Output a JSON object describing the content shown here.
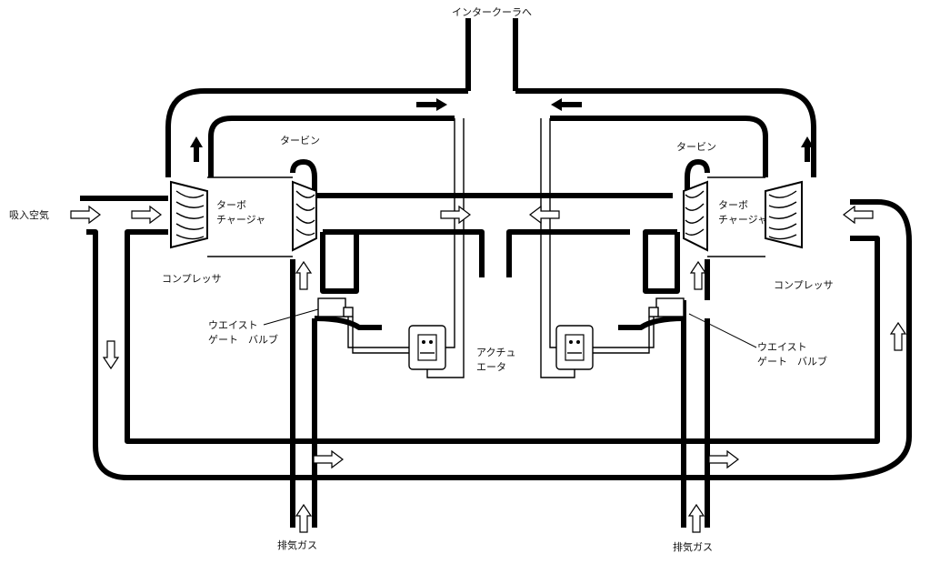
{
  "labels": {
    "to_intercooler": "インタークーラへ",
    "intake_air": "吸入空気",
    "turbine_left": "タービン",
    "turbine_right": "タービン",
    "turbocharger_left_line1": "ターボ",
    "turbocharger_left_line2": "チャージャ",
    "turbocharger_right_line1": "ターボ",
    "turbocharger_right_line2": "チャージャ",
    "compressor_left": "コンプレッサ",
    "compressor_right": "コンプレッサ",
    "wastegate_left_line1": "ウエイスト",
    "wastegate_left_line2": "ゲート　バルブ",
    "wastegate_right_line1": "ウエイスト",
    "wastegate_right_line2": "ゲート　バルブ",
    "actuator_line1": "アクチュ",
    "actuator_line2": "エータ",
    "exhaust_left": "排気ガス",
    "exhaust_right": "排気ガス"
  },
  "colors": {
    "line": "#000000",
    "background": "#ffffff"
  },
  "icons": {
    "flow_arrow_open": "hollow-arrow",
    "flow_arrow_solid": "solid-arrow",
    "compressor_wheel": "impeller-wheel",
    "turbine_wheel": "turbine-wheel",
    "actuator": "diaphragm-actuator"
  }
}
